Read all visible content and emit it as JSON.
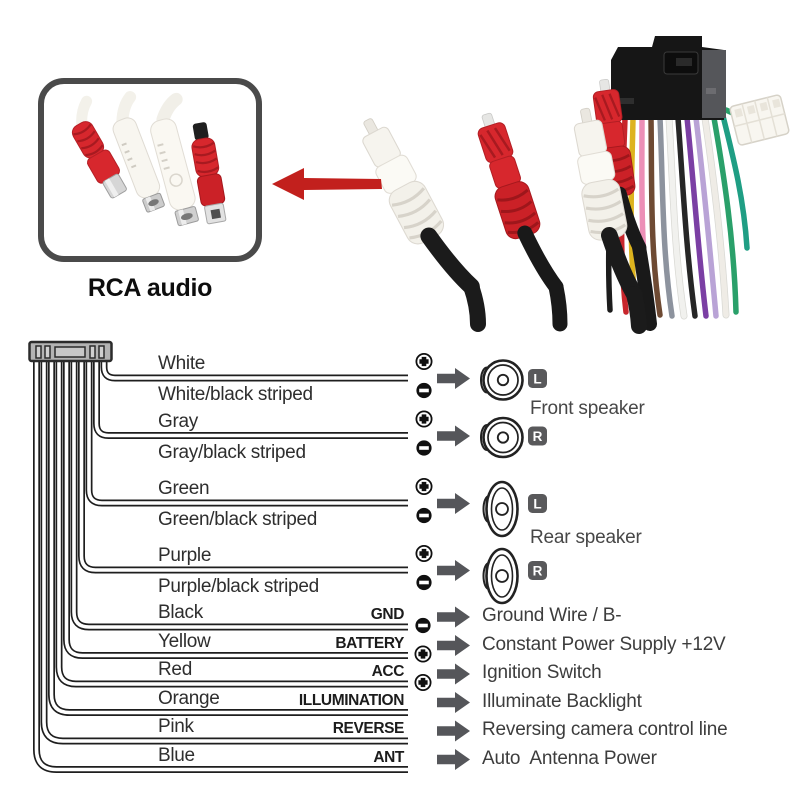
{
  "inset": {
    "caption": "RCA audio",
    "connector_colors": [
      "red",
      "white",
      "white",
      "red"
    ]
  },
  "photo": {
    "plug_colors": [
      "white",
      "red",
      "white",
      "red"
    ],
    "harness_wire_colors": [
      "#1c1c1c",
      "#c8262c",
      "#ddb31e",
      "#ec8fb7",
      "#6e4a33",
      "#8d939e",
      "#f1f1ee",
      "#262626",
      "#7b3fa4",
      "#b9a3d6",
      "#efece6",
      "#2aa06a",
      "#1f9e84"
    ]
  },
  "arrow": {
    "color": "#c2201d"
  },
  "diagram": {
    "speaker_pairs": [
      {
        "pos": "White",
        "neg": "White/black striped",
        "side": "L"
      },
      {
        "pos": "Gray",
        "neg": "Gray/black striped",
        "side": "R"
      },
      {
        "pos": "Green",
        "neg": "Green/black striped",
        "side": "L"
      },
      {
        "pos": "Purple",
        "neg": "Purple/black striped",
        "side": "R"
      }
    ],
    "front_group_label": "Front speaker",
    "rear_group_label": "Rear speaker",
    "single_wires": [
      {
        "color": "Black",
        "tag": "GND",
        "polarity": "minus",
        "desc": "Ground Wire / B-"
      },
      {
        "color": "Yellow",
        "tag": "BATTERY",
        "polarity": "plus",
        "desc": "Constant Power Supply +12V"
      },
      {
        "color": "Red",
        "tag": "ACC",
        "polarity": "plus",
        "desc": "Ignition Switch"
      },
      {
        "color": "Orange",
        "tag": "ILLUMINATION",
        "polarity": "none",
        "desc": "Illuminate Backlight"
      },
      {
        "color": "Pink",
        "tag": "REVERSE",
        "polarity": "none",
        "desc": "Reversing camera control line"
      },
      {
        "color": "Blue",
        "tag": "ANT",
        "polarity": "none",
        "desc": "Auto  Antenna Power"
      }
    ]
  }
}
